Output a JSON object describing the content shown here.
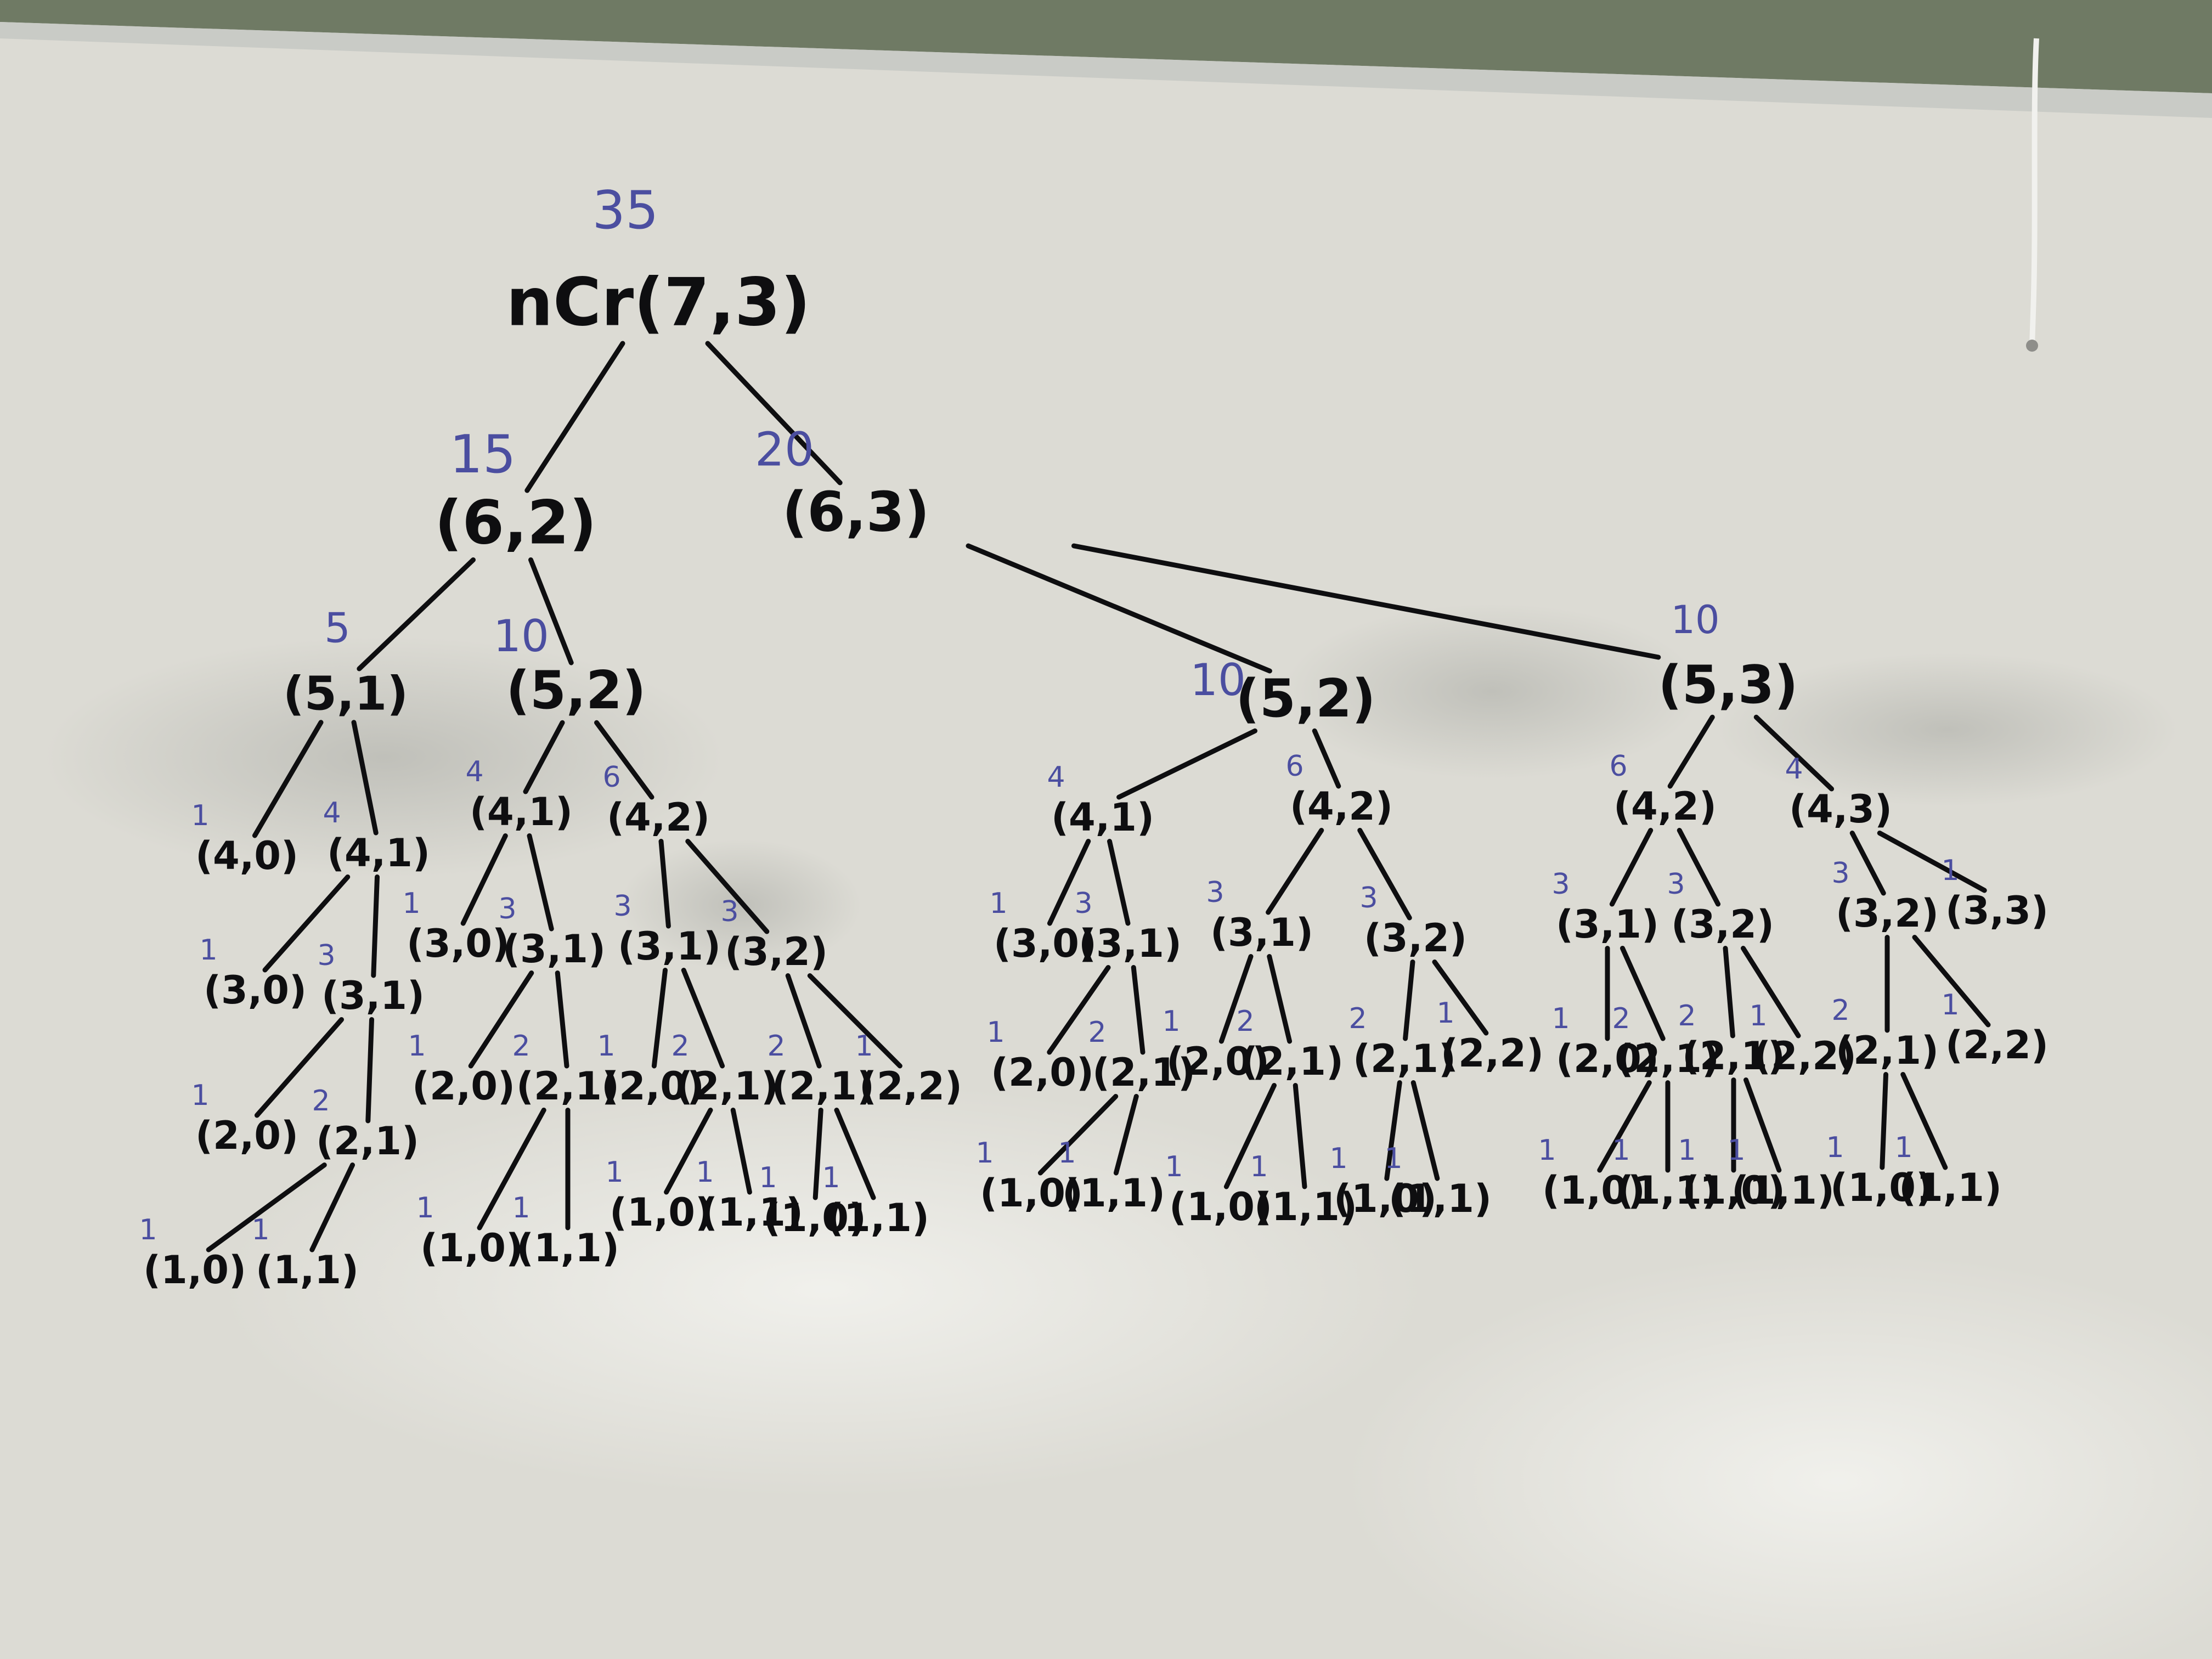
{
  "board": {
    "frame_color": "#6f7a64",
    "rail_color": "#c9cbc6",
    "surface_color": "#dcdbd4",
    "ink_color": "#0e0e10",
    "count_ink_color": "#4b4ea0"
  },
  "tree": {
    "nodes": [
      {
        "id": "root",
        "label": "nCr(7,3)",
        "count": "35"
      },
      {
        "id": "L",
        "label": "(6,2)",
        "count": "15"
      },
      {
        "id": "R",
        "label": "(6,3)",
        "count": "20"
      },
      {
        "id": "L1",
        "label": "(5,1)",
        "count": "5"
      },
      {
        "id": "L2",
        "label": "(5,2)",
        "count": "10"
      },
      {
        "id": "L1a",
        "label": "(4,0)",
        "count": "1"
      },
      {
        "id": "L1b",
        "label": "(4,1)",
        "count": "4"
      },
      {
        "id": "L1b1",
        "label": "(3,0)",
        "count": "1"
      },
      {
        "id": "L1b2",
        "label": "(3,1)",
        "count": "3"
      },
      {
        "id": "L1b2a",
        "label": "(2,0)",
        "count": "1"
      },
      {
        "id": "L1b2b",
        "label": "(2,1)",
        "count": "2"
      },
      {
        "id": "L1b2b1",
        "label": "(1,0)",
        "count": "1"
      },
      {
        "id": "L1b2b2",
        "label": "(1,1)",
        "count": "1"
      },
      {
        "id": "L2a",
        "label": "(4,1)",
        "count": "4"
      },
      {
        "id": "L2b",
        "label": "(4,2)",
        "count": "6"
      },
      {
        "id": "L2a1",
        "label": "(3,0)",
        "count": "1"
      },
      {
        "id": "L2a2",
        "label": "(3,1)",
        "count": "3"
      },
      {
        "id": "L2a2a",
        "label": "(2,0)",
        "count": "1"
      },
      {
        "id": "L2a2b",
        "label": "(2,1)",
        "count": "2"
      },
      {
        "id": "L2a2b1",
        "label": "(1,0)",
        "count": "1"
      },
      {
        "id": "L2a2b2",
        "label": "(1,1)",
        "count": "1"
      },
      {
        "id": "L2b1",
        "label": "(3,1)",
        "count": "3"
      },
      {
        "id": "L2b2",
        "label": "(3,2)",
        "count": "3"
      },
      {
        "id": "L2b1a",
        "label": "(2,0)",
        "count": "1"
      },
      {
        "id": "L2b1b",
        "label": "(2,1)",
        "count": "2"
      },
      {
        "id": "L2b1b1",
        "label": "(1,0)",
        "count": "1"
      },
      {
        "id": "L2b1b2",
        "label": "(1,1)",
        "count": "1"
      },
      {
        "id": "L2b2a",
        "label": "(2,1)",
        "count": "2"
      },
      {
        "id": "L2b2b",
        "label": "(2,2)",
        "count": "1"
      },
      {
        "id": "L2b2a1",
        "label": "(1,0)",
        "count": "1"
      },
      {
        "id": "L2b2a2",
        "label": "(1,1)",
        "count": "1"
      },
      {
        "id": "R1",
        "label": "(5,2)",
        "count": "10"
      },
      {
        "id": "R2",
        "label": "(5,3)",
        "count": "10"
      },
      {
        "id": "R1a",
        "label": "(4,1)",
        "count": "4"
      },
      {
        "id": "R1b",
        "label": "(4,2)",
        "count": "6"
      },
      {
        "id": "R1a1",
        "label": "(3,0)",
        "count": "1"
      },
      {
        "id": "R1a2",
        "label": "(3,1)",
        "count": "3"
      },
      {
        "id": "R1a2a",
        "label": "(2,0)",
        "count": "1"
      },
      {
        "id": "R1a2b",
        "label": "(2,1)",
        "count": "2"
      },
      {
        "id": "R1a2b1",
        "label": "(1,0)",
        "count": "1"
      },
      {
        "id": "R1a2b2",
        "label": "(1,1)",
        "count": "1"
      },
      {
        "id": "R1b1",
        "label": "(3,1)",
        "count": "3"
      },
      {
        "id": "R1b2",
        "label": "(3,2)",
        "count": "3"
      },
      {
        "id": "R1b1a",
        "label": "(2,0)",
        "count": "1"
      },
      {
        "id": "R1b1b",
        "label": "(2,1)",
        "count": "2"
      },
      {
        "id": "R1b1b1",
        "label": "(1,0)",
        "count": "1"
      },
      {
        "id": "R1b1b2",
        "label": "(1,1)",
        "count": "1"
      },
      {
        "id": "R1b2a",
        "label": "(2,1)",
        "count": "2"
      },
      {
        "id": "R1b2b",
        "label": "(2,2)",
        "count": "1"
      },
      {
        "id": "R1b2a1",
        "label": "(1,0)",
        "count": "1"
      },
      {
        "id": "R1b2a2",
        "label": "(1,1)",
        "count": "1"
      },
      {
        "id": "R2a",
        "label": "(4,2)",
        "count": "6"
      },
      {
        "id": "R2b",
        "label": "(4,3)",
        "count": "4"
      },
      {
        "id": "R2a1",
        "label": "(3,1)",
        "count": "3"
      },
      {
        "id": "R2a2",
        "label": "(3,2)",
        "count": "3"
      },
      {
        "id": "R2a1a",
        "label": "(2,0)",
        "count": "1"
      },
      {
        "id": "R2a1b",
        "label": "(2,1)",
        "count": "2"
      },
      {
        "id": "R2a1b1",
        "label": "(1,0)",
        "count": "1"
      },
      {
        "id": "R2a1b2",
        "label": "(1,1)",
        "count": "1"
      },
      {
        "id": "R2a2a",
        "label": "(2,1)",
        "count": "2"
      },
      {
        "id": "R2a2b",
        "label": "(2,2)",
        "count": "1"
      },
      {
        "id": "R2a2a1",
        "label": "(1,0)",
        "count": "1"
      },
      {
        "id": "R2a2a2",
        "label": "(1,1)",
        "count": "1"
      },
      {
        "id": "R2b1",
        "label": "(3,2)",
        "count": "3"
      },
      {
        "id": "R2b2",
        "label": "(3,3)",
        "count": "1"
      },
      {
        "id": "R2b1a",
        "label": "(2,1)",
        "count": "2"
      },
      {
        "id": "R2b1b",
        "label": "(2,2)",
        "count": "1"
      },
      {
        "id": "R2b1a1",
        "label": "(1,0)",
        "count": "1"
      },
      {
        "id": "R2b1a2",
        "label": "(1,1)",
        "count": "1"
      }
    ],
    "edges": [
      [
        "root",
        "L"
      ],
      [
        "root",
        "R"
      ],
      [
        "L",
        "L1"
      ],
      [
        "L",
        "L2"
      ],
      [
        "L1",
        "L1a"
      ],
      [
        "L1",
        "L1b"
      ],
      [
        "L1b",
        "L1b1"
      ],
      [
        "L1b",
        "L1b2"
      ],
      [
        "L1b2",
        "L1b2a"
      ],
      [
        "L1b2",
        "L1b2b"
      ],
      [
        "L1b2b",
        "L1b2b1"
      ],
      [
        "L1b2b",
        "L1b2b2"
      ],
      [
        "L2",
        "L2a"
      ],
      [
        "L2",
        "L2b"
      ],
      [
        "L2a",
        "L2a1"
      ],
      [
        "L2a",
        "L2a2"
      ],
      [
        "L2a2",
        "L2a2a"
      ],
      [
        "L2a2",
        "L2a2b"
      ],
      [
        "L2a2b",
        "L2a2b1"
      ],
      [
        "L2a2b",
        "L2a2b2"
      ],
      [
        "L2b",
        "L2b1"
      ],
      [
        "L2b",
        "L2b2"
      ],
      [
        "L2b1",
        "L2b1a"
      ],
      [
        "L2b1",
        "L2b1b"
      ],
      [
        "L2b1b",
        "L2b1b1"
      ],
      [
        "L2b1b",
        "L2b1b2"
      ],
      [
        "L2b2",
        "L2b2a"
      ],
      [
        "L2b2",
        "L2b2b"
      ],
      [
        "L2b2a",
        "L2b2a1"
      ],
      [
        "L2b2a",
        "L2b2a2"
      ],
      [
        "R",
        "R1"
      ],
      [
        "R",
        "R2"
      ],
      [
        "R1",
        "R1a"
      ],
      [
        "R1",
        "R1b"
      ],
      [
        "R1a",
        "R1a1"
      ],
      [
        "R1a",
        "R1a2"
      ],
      [
        "R1a2",
        "R1a2a"
      ],
      [
        "R1a2",
        "R1a2b"
      ],
      [
        "R1a2b",
        "R1a2b1"
      ],
      [
        "R1a2b",
        "R1a2b2"
      ],
      [
        "R1b",
        "R1b1"
      ],
      [
        "R1b",
        "R1b2"
      ],
      [
        "R1b1",
        "R1b1a"
      ],
      [
        "R1b1",
        "R1b1b"
      ],
      [
        "R1b1b",
        "R1b1b1"
      ],
      [
        "R1b1b",
        "R1b1b2"
      ],
      [
        "R1b2",
        "R1b2a"
      ],
      [
        "R1b2",
        "R1b2b"
      ],
      [
        "R1b2a",
        "R1b2a1"
      ],
      [
        "R1b2a",
        "R1b2a2"
      ],
      [
        "R2",
        "R2a"
      ],
      [
        "R2",
        "R2b"
      ],
      [
        "R2a",
        "R2a1"
      ],
      [
        "R2a",
        "R2a2"
      ],
      [
        "R2a1",
        "R2a1a"
      ],
      [
        "R2a1",
        "R2a1b"
      ],
      [
        "R2a1b",
        "R2a1b1"
      ],
      [
        "R2a1b",
        "R2a1b2"
      ],
      [
        "R2a2",
        "R2a2a"
      ],
      [
        "R2a2",
        "R2a2b"
      ],
      [
        "R2a2a",
        "R2a2a1"
      ],
      [
        "R2a2a",
        "R2a2a2"
      ],
      [
        "R2b",
        "R2b1"
      ],
      [
        "R2b",
        "R2b2"
      ],
      [
        "R2b1",
        "R2b1a"
      ],
      [
        "R2b1",
        "R2b1b"
      ],
      [
        "R2b1a",
        "R2b1a1"
      ],
      [
        "R2b1a",
        "R2b1a2"
      ]
    ]
  }
}
